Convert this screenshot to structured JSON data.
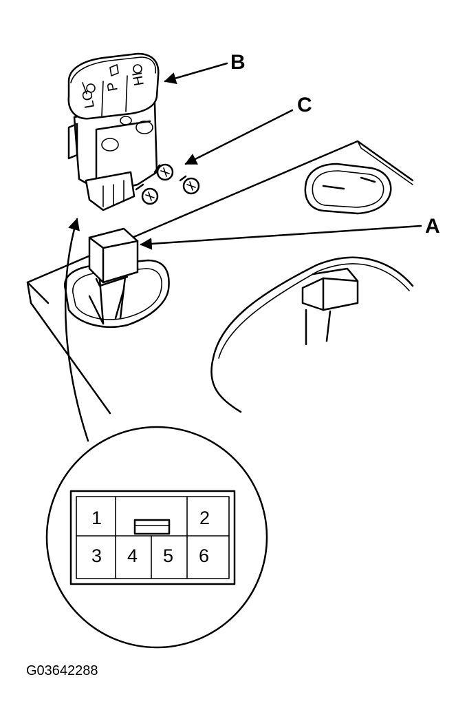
{
  "callouts": {
    "a": "A",
    "b": "B",
    "c": "C"
  },
  "switch_symbols": {
    "lo": "LO",
    "park": "P",
    "hi": "HI"
  },
  "connector": {
    "top_row": [
      "1",
      "2"
    ],
    "bottom_row": [
      "3",
      "4",
      "5",
      "6"
    ]
  },
  "figure_id": "G03642288"
}
